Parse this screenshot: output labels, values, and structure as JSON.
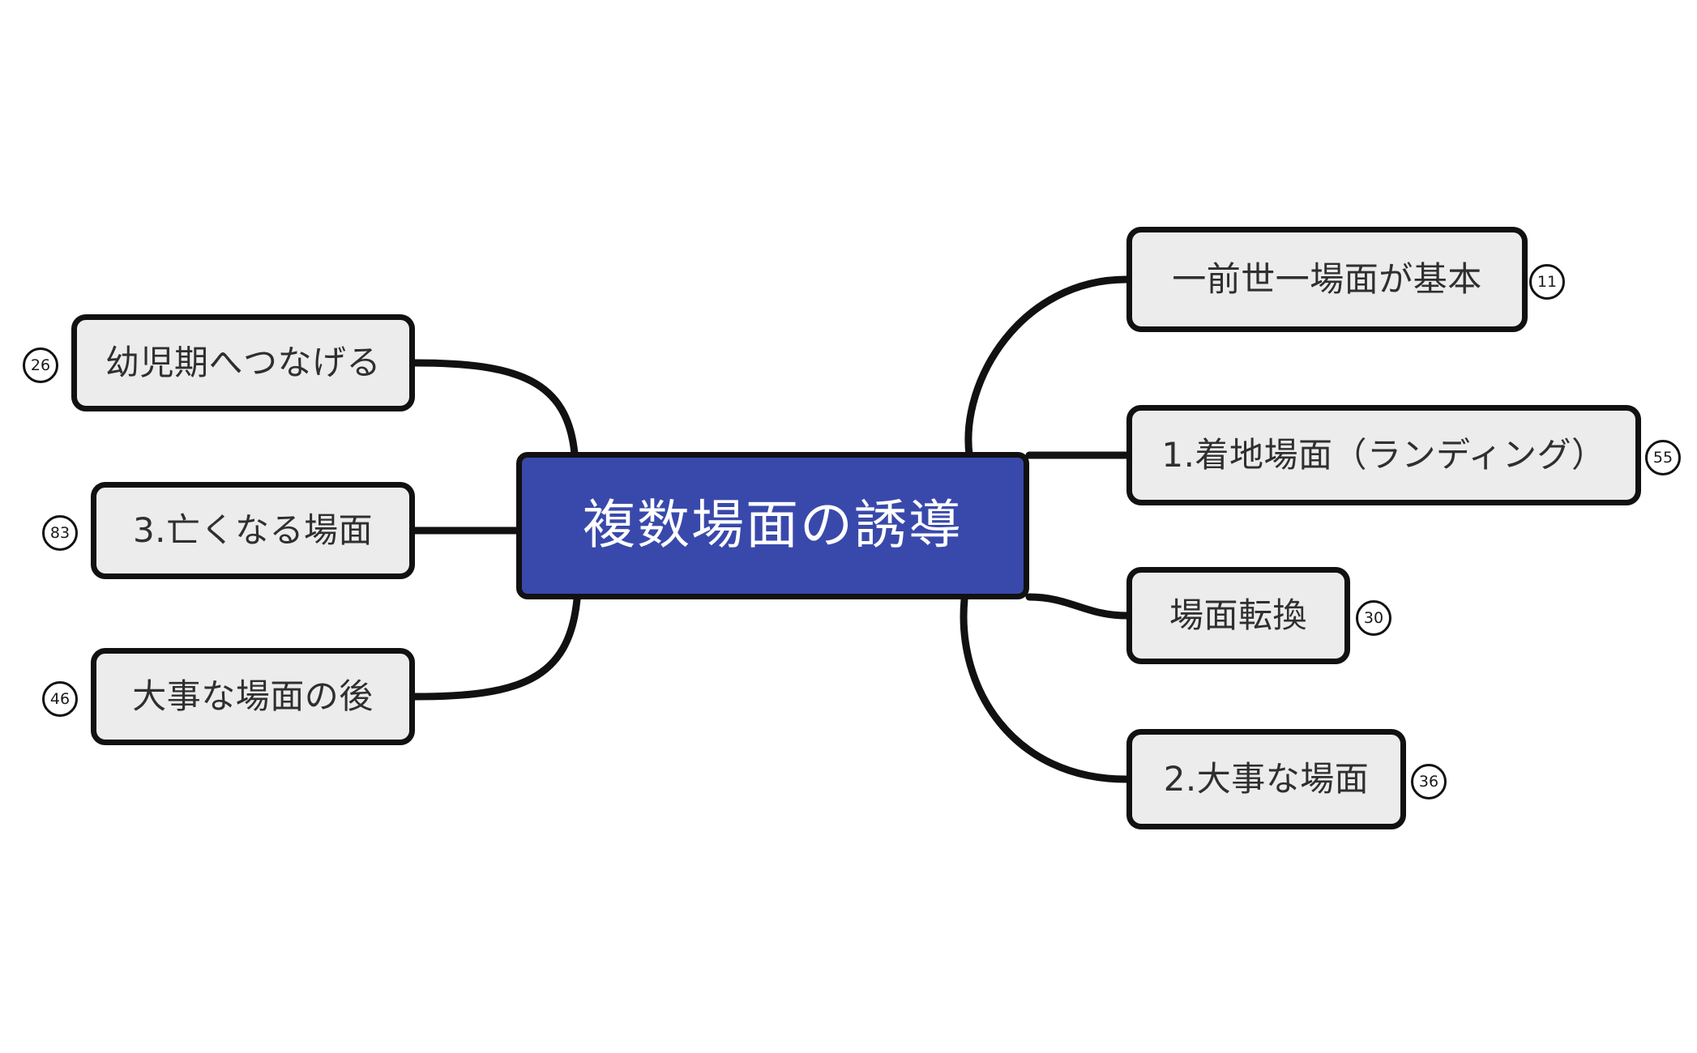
{
  "diagram": {
    "type": "mind-map",
    "background_color": "#ffffff",
    "root": {
      "label": "複数場面の誘導",
      "fill_color": "#3949ab",
      "text_color": "#ffffff",
      "border_color": "#111111"
    },
    "node_style": {
      "fill_color": "#ececec",
      "text_color": "#2f2f2f",
      "border_color": "#111111",
      "badge_fill": "#ffffff",
      "badge_text_color": "#1a1a1a"
    },
    "branches_right": [
      {
        "label": "一前世一場面が基本",
        "badge": "11"
      },
      {
        "label": "1.着地場面（ランディング）",
        "badge": "55"
      },
      {
        "label": "場面転換",
        "badge": "30"
      },
      {
        "label": "2.大事な場面",
        "badge": "36"
      }
    ],
    "branches_left": [
      {
        "label": "幼児期へつなげる",
        "badge": "26"
      },
      {
        "label": "3.亡くなる場面",
        "badge": "83"
      },
      {
        "label": "大事な場面の後",
        "badge": "46"
      }
    ]
  }
}
